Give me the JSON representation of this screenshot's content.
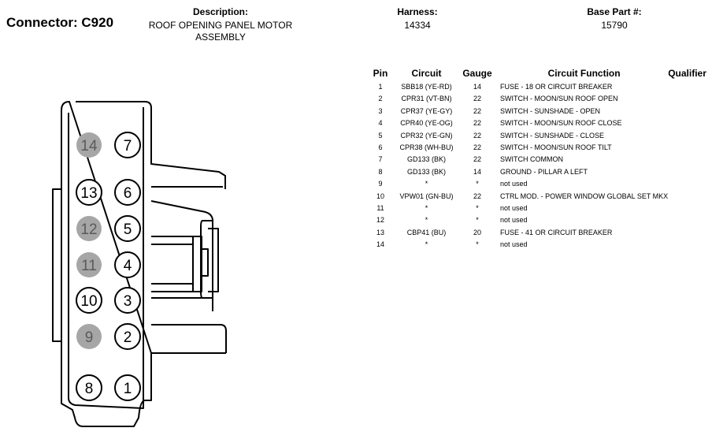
{
  "header": {
    "connector": "Connector: C920",
    "description_label": "Description:",
    "description_value": "ROOF OPENING PANEL MOTOR ASSEMBLY",
    "harness_label": "Harness:",
    "harness_value": "14334",
    "base_part_label": "Base Part #:",
    "base_part_value": "15790"
  },
  "table": {
    "columns": [
      "Pin",
      "Circuit",
      "Gauge",
      "Circuit Function",
      "Qualifier"
    ],
    "rows": [
      {
        "pin": "1",
        "circuit": "SBB18 (YE-RD)",
        "gauge": "14",
        "function": "FUSE - 18 OR CIRCUIT BREAKER",
        "qualifier": ""
      },
      {
        "pin": "2",
        "circuit": "CPR31 (VT-BN)",
        "gauge": "22",
        "function": "SWITCH - MOON/SUN ROOF OPEN",
        "qualifier": ""
      },
      {
        "pin": "3",
        "circuit": "CPR37 (YE-GY)",
        "gauge": "22",
        "function": "SWITCH - SUNSHADE - OPEN",
        "qualifier": ""
      },
      {
        "pin": "4",
        "circuit": "CPR40 (YE-OG)",
        "gauge": "22",
        "function": "SWITCH - MOON/SUN ROOF CLOSE",
        "qualifier": ""
      },
      {
        "pin": "5",
        "circuit": "CPR32 (YE-GN)",
        "gauge": "22",
        "function": "SWITCH - SUNSHADE - CLOSE",
        "qualifier": ""
      },
      {
        "pin": "6",
        "circuit": "CPR38 (WH-BU)",
        "gauge": "22",
        "function": "SWITCH - MOON/SUN ROOF TILT",
        "qualifier": ""
      },
      {
        "pin": "7",
        "circuit": "GD133 (BK)",
        "gauge": "22",
        "function": "SWITCH COMMON",
        "qualifier": ""
      },
      {
        "pin": "8",
        "circuit": "GD133 (BK)",
        "gauge": "14",
        "function": "GROUND - PILLAR A LEFT",
        "qualifier": ""
      },
      {
        "pin": "9",
        "circuit": "*",
        "gauge": "*",
        "function": "not used",
        "qualifier": ""
      },
      {
        "pin": "10",
        "circuit": "VPW01 (GN-BU)",
        "gauge": "22",
        "function": "CTRL MOD. - POWER WINDOW GLOBAL SET MKX",
        "qualifier": ""
      },
      {
        "pin": "11",
        "circuit": "*",
        "gauge": "*",
        "function": "not used",
        "qualifier": ""
      },
      {
        "pin": "12",
        "circuit": "*",
        "gauge": "*",
        "function": "not used",
        "qualifier": ""
      },
      {
        "pin": "13",
        "circuit": "CBP41 (BU)",
        "gauge": "20",
        "function": "FUSE - 41 OR CIRCUIT BREAKER",
        "qualifier": ""
      },
      {
        "pin": "14",
        "circuit": "*",
        "gauge": "*",
        "function": "not used",
        "qualifier": ""
      }
    ]
  },
  "connector": {
    "unused_fill": "#a6a6a6",
    "used_fill": "#ffffff",
    "pins": [
      {
        "label": "14",
        "used": false
      },
      {
        "label": "7",
        "used": true
      },
      {
        "label": "13",
        "used": true
      },
      {
        "label": "6",
        "used": true
      },
      {
        "label": "12",
        "used": false
      },
      {
        "label": "5",
        "used": true
      },
      {
        "label": "11",
        "used": false
      },
      {
        "label": "4",
        "used": true
      },
      {
        "label": "10",
        "used": true
      },
      {
        "label": "3",
        "used": true
      },
      {
        "label": "9",
        "used": false
      },
      {
        "label": "2",
        "used": true
      },
      {
        "label": "8",
        "used": true
      },
      {
        "label": "1",
        "used": true
      }
    ]
  }
}
